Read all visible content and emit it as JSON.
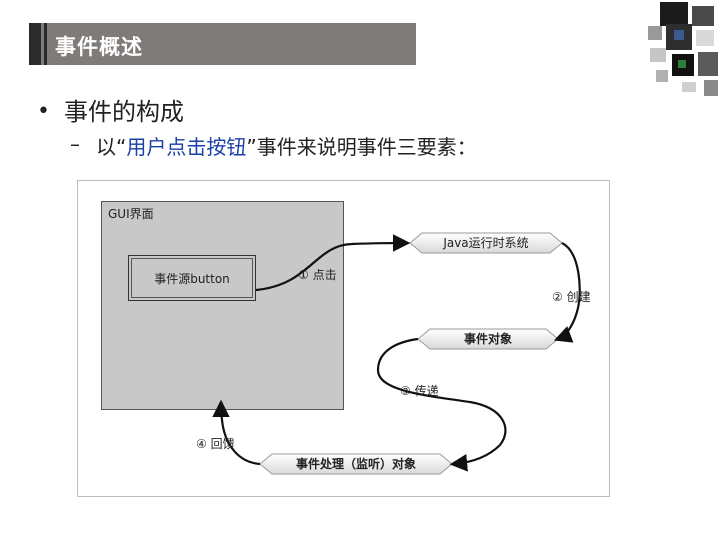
{
  "slide": {
    "title": "事件概述",
    "bullet": "事件的构成",
    "sub_prefix": "以“",
    "sub_highlight": "用户点击按钮",
    "sub_suffix": "”事件来说明事件三要素："
  },
  "diagram": {
    "gui_label": "GUI界面",
    "source_label": "事件源button",
    "java_label": "Java运行时系统",
    "object_label": "事件对象",
    "handler_label": "事件处理（监听）对象",
    "step1": "① 点击",
    "step2": "② 创建",
    "step3": "③ 传递",
    "step4": "④ 回馈"
  },
  "colors": {
    "title_bar": "#7f7b79",
    "highlight_text": "#1a3fa8",
    "gui_fill": "#c8c8c8"
  }
}
